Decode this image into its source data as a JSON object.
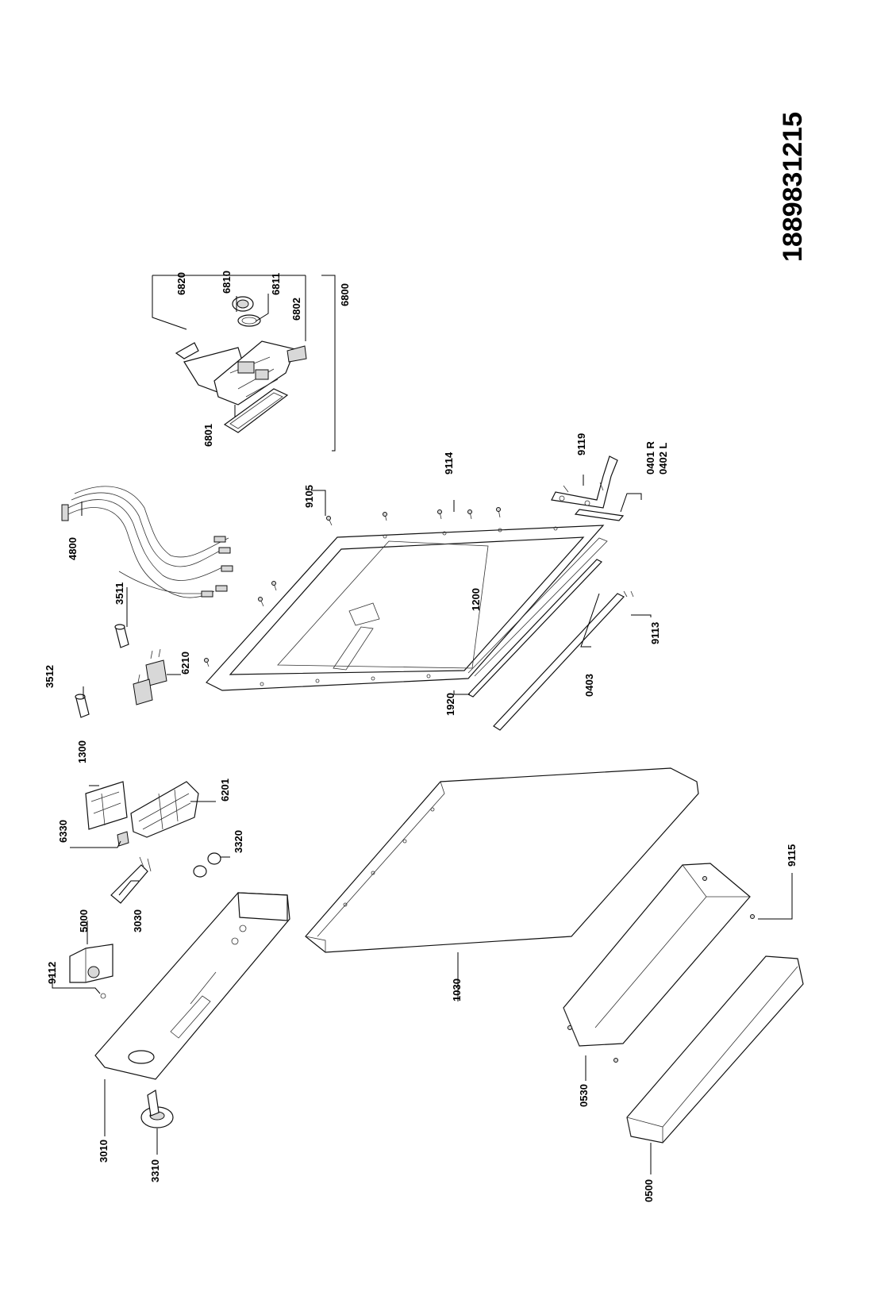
{
  "document_number": "1889831215",
  "part_labels": {
    "p6820": "6820",
    "p6810": "6810",
    "p6811": "6811",
    "p6802": "6802",
    "p6800": "6800",
    "p6801": "6801",
    "p4800": "4800",
    "p9105": "9105",
    "p9114": "9114",
    "p9119": "9119",
    "p0401": "0401 R",
    "p0402": "0402 L",
    "p3511": "3511",
    "p1200": "1200",
    "p9113": "9113",
    "p3512": "3512",
    "p6210": "6210",
    "p0403": "0403",
    "p1920": "1920",
    "p1300": "1300",
    "p6201": "6201",
    "p6330": "6330",
    "p3320": "3320",
    "p5000": "5000",
    "p3030": "3030",
    "p9115": "9115",
    "p9112": "9112",
    "p1030": "1030",
    "p0530": "0530",
    "p3010": "3010",
    "p3310": "3310",
    "p0500": "0500"
  }
}
